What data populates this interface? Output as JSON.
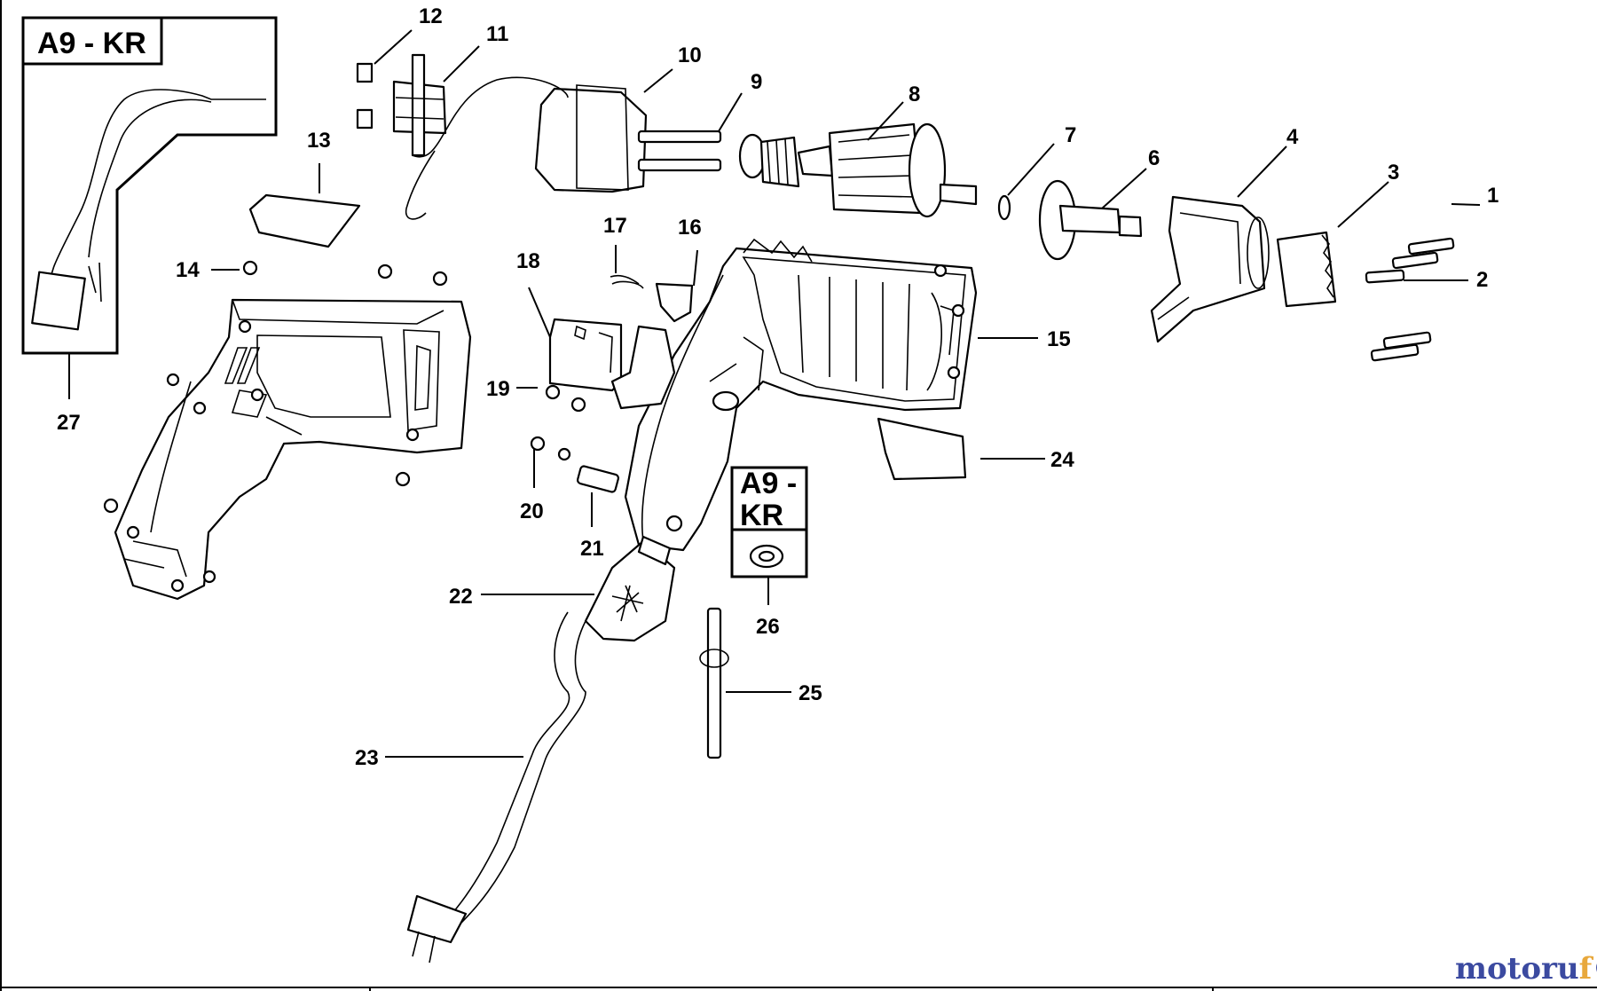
{
  "diagram": {
    "box_labels": {
      "top_left": "A9 - KR",
      "center_line1": "A9 -",
      "center_line2": "KR"
    },
    "callouts": [
      "1",
      "2",
      "3",
      "4",
      "6",
      "7",
      "8",
      "9",
      "10",
      "11",
      "12",
      "13",
      "14",
      "15",
      "16",
      "17",
      "18",
      "19",
      "20",
      "21",
      "22",
      "23",
      "24",
      "25",
      "26",
      "27"
    ]
  },
  "watermark": {
    "part1": "motoru",
    "part2": "f",
    "suffix": "©"
  },
  "colors": {
    "line": "#000000",
    "watermark_blue": "#3b4aa0",
    "watermark_orange": "#e8a83c"
  }
}
